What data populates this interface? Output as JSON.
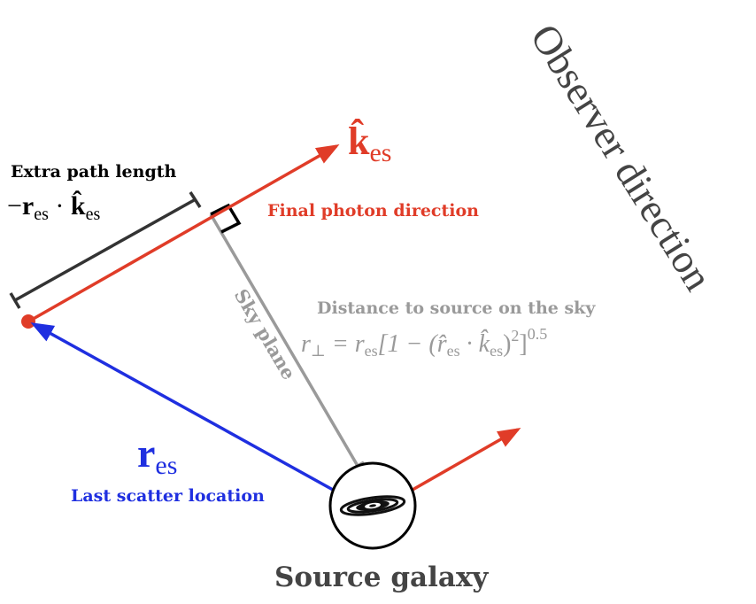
{
  "colors": {
    "red": "#e03c28",
    "blue": "#1f2fe0",
    "gray": "#9a9a9a",
    "dark": "#333333",
    "text_dark": "#444444",
    "black": "#000000"
  },
  "labels": {
    "observer_direction": "Observer direction",
    "k_symbol": "k̂",
    "k_subscript": "es",
    "final_photon_direction": "Final photon direction",
    "extra_path_length": "Extra path length",
    "extra_path_formula_prefix": "−",
    "extra_path_formula_r": "r",
    "extra_path_formula_r_sub": "es",
    "extra_path_formula_dot": " · ",
    "extra_path_formula_k": "k̂",
    "extra_path_formula_k_sub": "es",
    "sky_plane": "Sky plane",
    "distance_title": "Distance to source on the sky",
    "distance_formula_lhs": "r",
    "distance_formula_lhs_sub": "⊥",
    "distance_formula_mid": " = r",
    "distance_formula_mid_sub": "es",
    "distance_formula_bracket": "[1 − (r̂",
    "distance_formula_rhat_sub": "es",
    "distance_formula_dot": " · k̂",
    "distance_formula_khat_sub": "es",
    "distance_formula_close": ")",
    "distance_formula_sq": "2",
    "distance_formula_close2": "]",
    "distance_formula_pow": "0.5",
    "r_symbol": "r",
    "r_subscript": "es",
    "last_scatter_location": "Last scatter location",
    "source_galaxy": "Source galaxy"
  }
}
